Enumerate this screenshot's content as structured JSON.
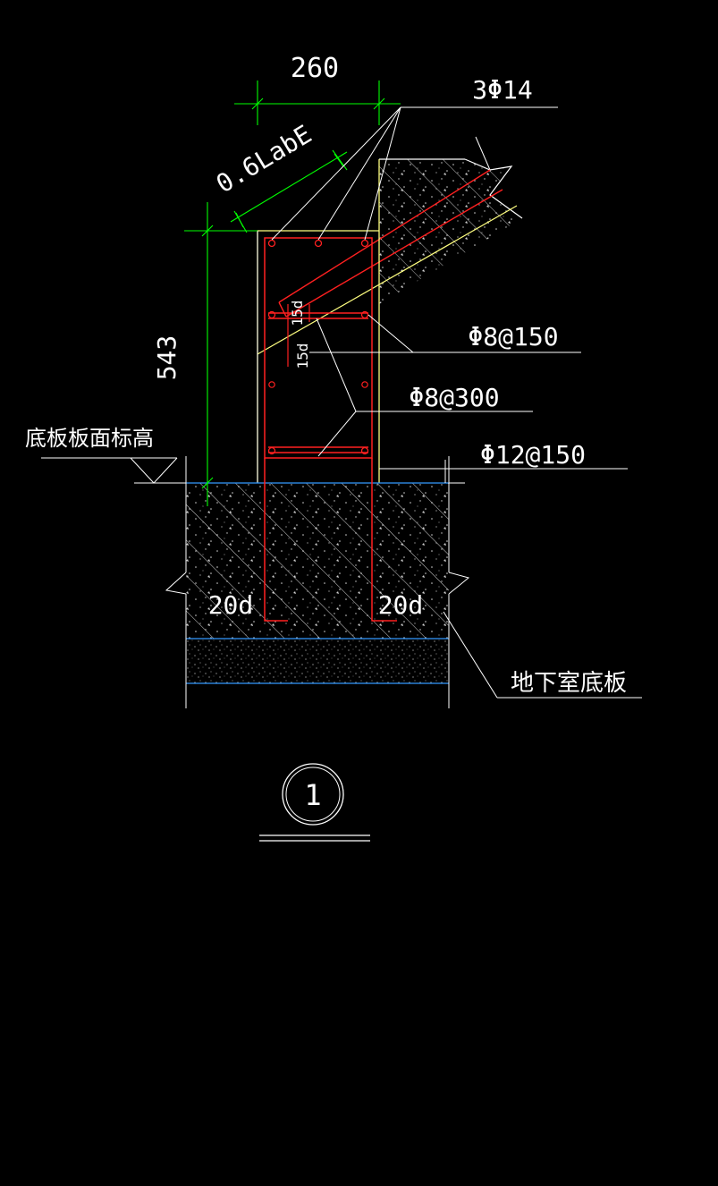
{
  "dimensions": {
    "width_label": "260",
    "anchorage_label": "0.6LabE",
    "height_label": "543",
    "lap_left": "15d",
    "lap_right": "15d",
    "hook_left": "20d",
    "hook_right": "20d"
  },
  "rebar_labels": {
    "top_bars": "3Φ14",
    "stirrup_150": "Φ8@150",
    "stirrup_300": "Φ8@300",
    "bottom_bars": "Φ12@150"
  },
  "notes": {
    "slab_top_elevation": "底板板面标高",
    "basement_slab": "地下室底板"
  },
  "detail_marker": {
    "number": "1"
  },
  "colors": {
    "background": "#000000",
    "dimension": "#00ff00",
    "rebar": "#ff2020",
    "concrete_outline": "#ffffff",
    "formwork": "#ffff80",
    "waterproof_layer": "#3399ff",
    "hatch": "#bfbfbf"
  }
}
